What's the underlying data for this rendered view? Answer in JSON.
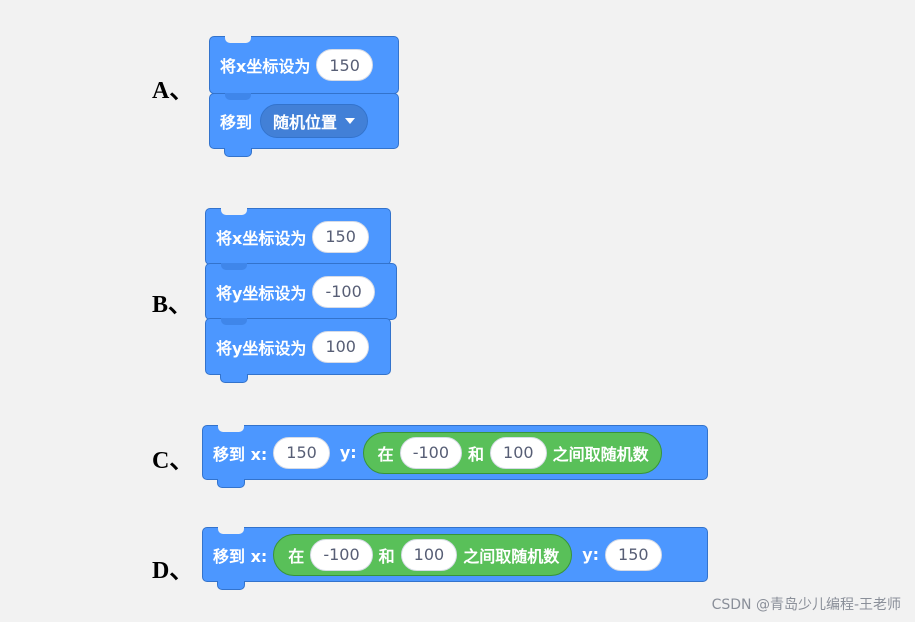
{
  "options": {
    "a": "A、",
    "b": "B、",
    "c": "C、",
    "d": "D、"
  },
  "blockA": {
    "setx_label": "将x坐标设为",
    "setx_value": "150",
    "goto_label": "移到",
    "goto_dropdown": "随机位置"
  },
  "blockB": {
    "setx_label": "将x坐标设为",
    "setx_value": "150",
    "sety1_label": "将y坐标设为",
    "sety1_value": "-100",
    "sety2_label": "将y坐标设为",
    "sety2_value": "100"
  },
  "blockC": {
    "goto_label": "移到 x:",
    "x_value": "150",
    "y_label": "y:",
    "rand_in": "在",
    "rand_min": "-100",
    "rand_and": "和",
    "rand_max": "100",
    "rand_suffix": "之间取随机数"
  },
  "blockD": {
    "goto_label": "移到 x:",
    "rand_in": "在",
    "rand_min": "-100",
    "rand_and": "和",
    "rand_max": "100",
    "rand_suffix": "之间取随机数",
    "y_label": "y:",
    "y_value": "150"
  },
  "watermark": "CSDN @青岛少儿编程-王老师",
  "colors": {
    "motion_block": "#4c97ff",
    "operator_block": "#59c059",
    "background": "#f2f2f2"
  }
}
